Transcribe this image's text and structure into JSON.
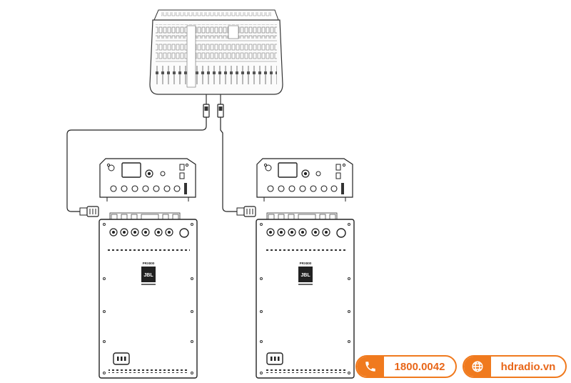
{
  "console": {
    "logo_text": ""
  },
  "amp_left": {
    "brand": "PRX800",
    "logo": "JBL"
  },
  "amp_right": {
    "brand": "PRX800",
    "logo": "JBL"
  },
  "contact": {
    "phone": "1800.0042",
    "website": "hdradio.vn",
    "accent_color": "#f07a1e"
  },
  "icons": {
    "phone": "phone-icon",
    "web": "globe-icon"
  }
}
